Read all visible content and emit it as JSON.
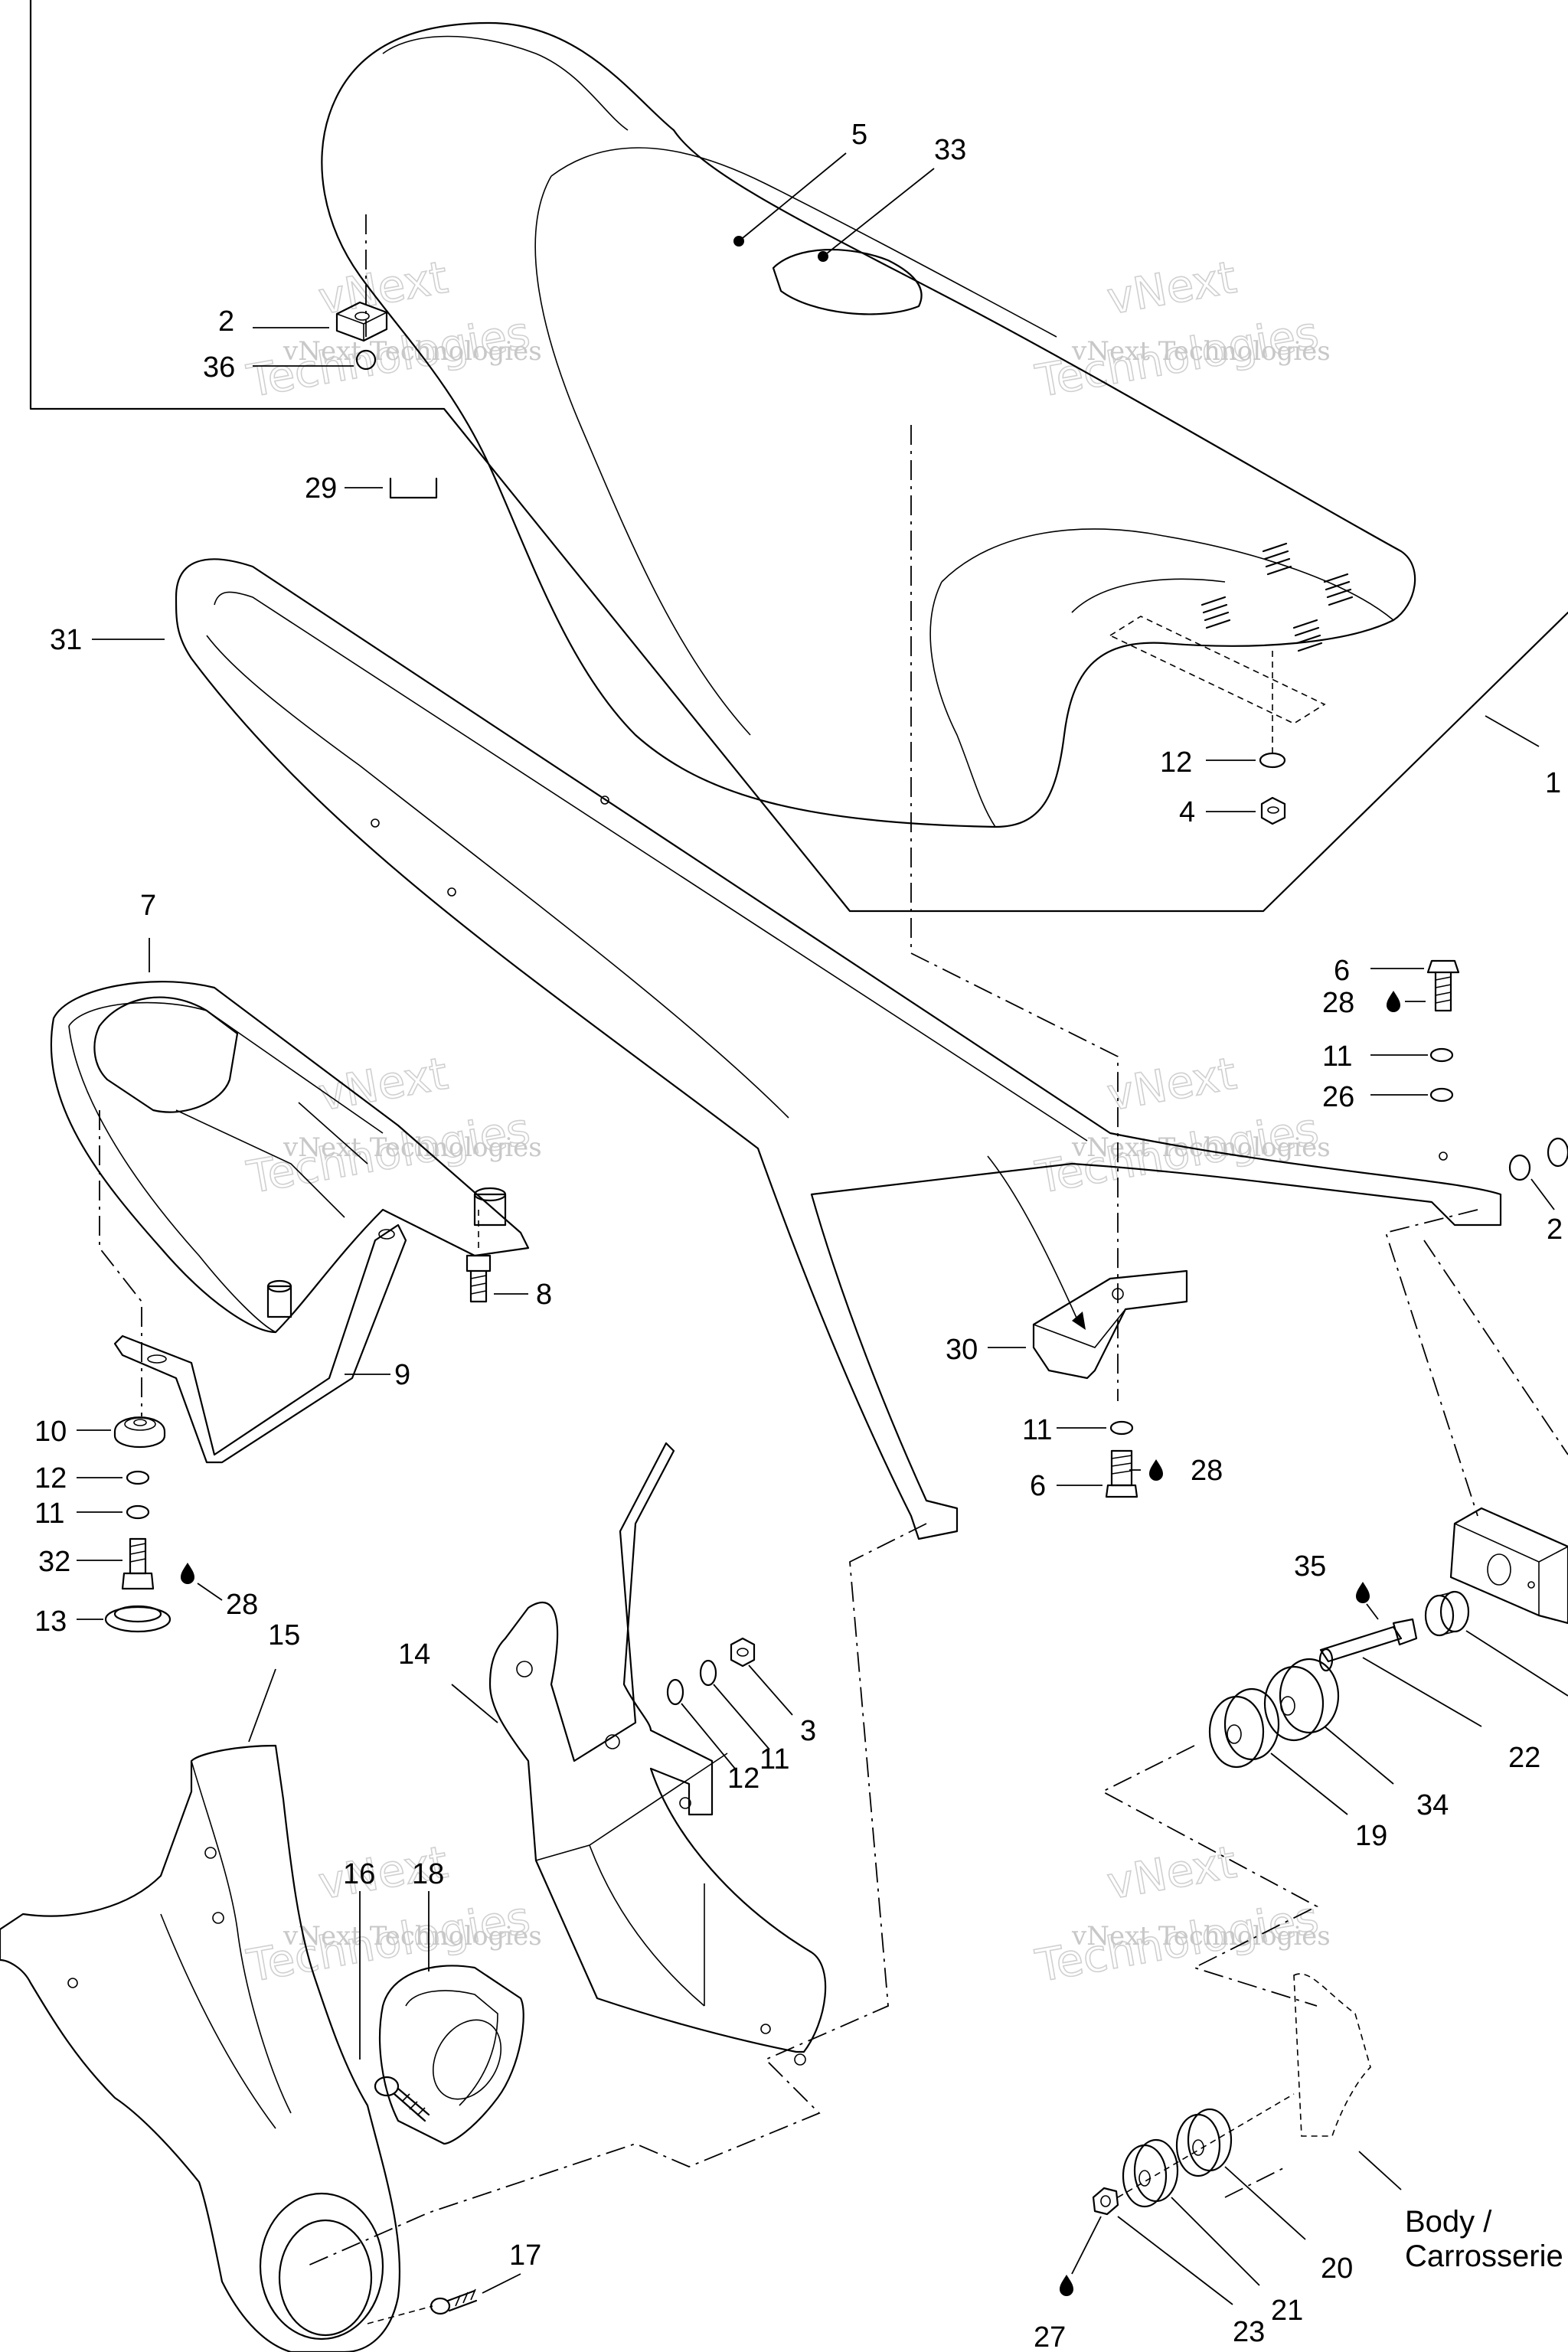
{
  "callouts": [
    {
      "id": "c5",
      "text": "5"
    },
    {
      "id": "c33",
      "text": "33"
    },
    {
      "id": "c2",
      "text": "2"
    },
    {
      "id": "c36",
      "text": "36"
    },
    {
      "id": "c29",
      "text": "29"
    },
    {
      "id": "c31",
      "text": "31"
    },
    {
      "id": "c1",
      "text": "1"
    },
    {
      "id": "c12a",
      "text": "12"
    },
    {
      "id": "c4",
      "text": "4"
    },
    {
      "id": "c7",
      "text": "7"
    },
    {
      "id": "c6a",
      "text": "6"
    },
    {
      "id": "c28a",
      "text": "28"
    },
    {
      "id": "c11a",
      "text": "11"
    },
    {
      "id": "c26",
      "text": "26"
    },
    {
      "id": "c8",
      "text": "8"
    },
    {
      "id": "c9",
      "text": "9"
    },
    {
      "id": "c30",
      "text": "30"
    },
    {
      "id": "c10",
      "text": "10"
    },
    {
      "id": "c12b",
      "text": "12"
    },
    {
      "id": "c11b",
      "text": "11"
    },
    {
      "id": "c32",
      "text": "32"
    },
    {
      "id": "c28b",
      "text": "28"
    },
    {
      "id": "c13",
      "text": "13"
    },
    {
      "id": "c11c",
      "text": "11"
    },
    {
      "id": "c6b",
      "text": "6"
    },
    {
      "id": "c28c",
      "text": "28"
    },
    {
      "id": "c35",
      "text": "35"
    },
    {
      "id": "c15",
      "text": "15"
    },
    {
      "id": "c14",
      "text": "14"
    },
    {
      "id": "c3",
      "text": "3"
    },
    {
      "id": "c11d",
      "text": "11"
    },
    {
      "id": "c12c",
      "text": "12"
    },
    {
      "id": "c22",
      "text": "22"
    },
    {
      "id": "c34",
      "text": "34"
    },
    {
      "id": "c19",
      "text": "19"
    },
    {
      "id": "c16",
      "text": "16"
    },
    {
      "id": "c18",
      "text": "18"
    },
    {
      "id": "c17",
      "text": "17"
    },
    {
      "id": "c20",
      "text": "20"
    },
    {
      "id": "c21",
      "text": "21"
    },
    {
      "id": "c23",
      "text": "23"
    },
    {
      "id": "c27",
      "text": "27"
    },
    {
      "id": "c2b",
      "text": "2"
    }
  ],
  "body_label": {
    "line1": "Body /",
    "line2": "Carrosserie"
  },
  "watermarks": [
    {
      "small": "vNext Technologies",
      "big_a": "vNext",
      "big_b": "Technologies"
    },
    {
      "small": "vNext Technologies",
      "big_a": "vNext",
      "big_b": "Technologies"
    },
    {
      "small": "vNext Technologies",
      "big_a": "vNext",
      "big_b": "Technologies"
    },
    {
      "small": "vNext Technologies",
      "big_a": "vNext",
      "big_b": "Technologies"
    },
    {
      "small": "vNext Technologies",
      "big_a": "vNext",
      "big_b": "Technologies"
    },
    {
      "small": "vNext Technologies",
      "big_a": "vNext",
      "big_b": "Technologies"
    }
  ],
  "icons": [
    "oil-drop-icon"
  ]
}
